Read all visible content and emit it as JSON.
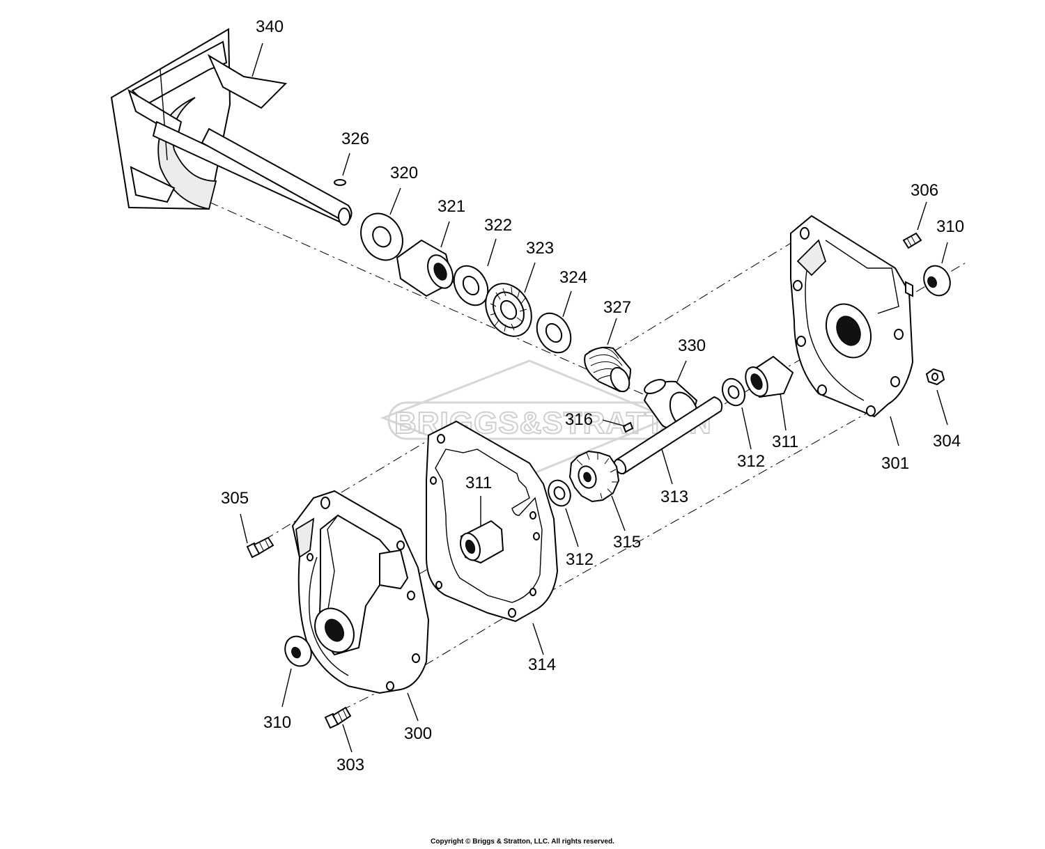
{
  "watermark": "BRIGGS&STRATTON",
  "copyright": "Copyright © Briggs & Stratton, LLC. All rights reserved.",
  "callouts": {
    "c340": "340",
    "c326": "326",
    "c320": "320",
    "c321": "321",
    "c322": "322",
    "c323": "323",
    "c324": "324",
    "c327": "327",
    "c330": "330",
    "c306": "306",
    "c310a": "310",
    "c316": "316",
    "c311a": "311",
    "c312a": "312",
    "c301": "301",
    "c304": "304",
    "c313": "313",
    "c305": "305",
    "c311b": "311",
    "c312b": "312",
    "c315": "315",
    "c314": "314",
    "c310b": "310",
    "c300": "300",
    "c303": "303"
  }
}
